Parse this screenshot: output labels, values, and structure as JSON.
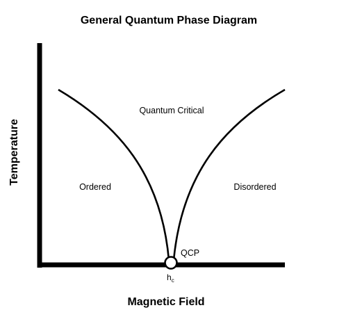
{
  "title": "General Quantum Phase Diagram",
  "axes": {
    "x_label": "Magnetic Field",
    "y_label": "Temperature"
  },
  "regions": {
    "left": "Ordered",
    "top": "Quantum Critical",
    "right": "Disordered"
  },
  "critical_point": {
    "label": "QCP",
    "field_symbol": "h",
    "field_subscript": "c"
  },
  "colors": {
    "line": "#000000",
    "background": "#ffffff"
  }
}
